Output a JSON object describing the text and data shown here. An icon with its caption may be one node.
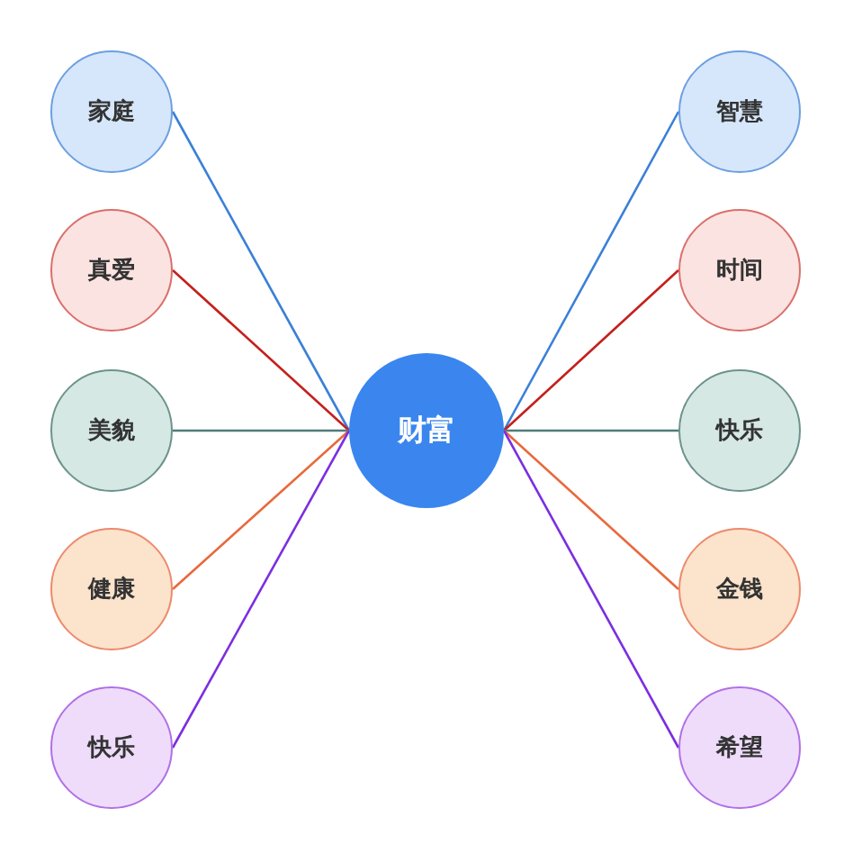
{
  "diagram": {
    "nodes": [
      {
        "text": [
          "财富"
        ]
      },
      {
        "text": [
          "家庭"
        ]
      },
      {
        "text": [
          "真爱"
        ]
      },
      {
        "text": [
          "美貌"
        ]
      },
      {
        "text": [
          "健康"
        ]
      },
      {
        "text": [
          "快乐"
        ]
      },
      {
        "text": [
          "智慧"
        ]
      },
      {
        "text": [
          "时间"
        ]
      },
      {
        "text": [
          "快乐"
        ]
      },
      {
        "text": [
          "金钱"
        ]
      },
      {
        "text": [
          "希望"
        ]
      }
    ],
    "edges": [
      {
        "from": 0,
        "to": 1,
        "arrow": "none",
        "color": "#3a80d8"
      },
      {
        "from": 0,
        "to": 2,
        "arrow": "none",
        "color": "#c4201c"
      },
      {
        "from": 0,
        "to": 3,
        "arrow": "none",
        "color": "#4f7d7a"
      },
      {
        "from": 0,
        "to": 4,
        "arrow": "none",
        "color": "#e8693c"
      },
      {
        "from": 0,
        "to": 5,
        "arrow": "none",
        "color": "#7b2ee0"
      },
      {
        "from": 0,
        "to": 6,
        "arrow": "none",
        "color": "#3a80d8"
      },
      {
        "from": 0,
        "to": 7,
        "arrow": "none",
        "color": "#c4201c"
      },
      {
        "from": 0,
        "to": 8,
        "arrow": "none",
        "color": "#4f7d7a"
      },
      {
        "from": 0,
        "to": 9,
        "arrow": "none",
        "color": "#e8693c"
      },
      {
        "from": 0,
        "to": 10,
        "arrow": "none",
        "color": "#7b2ee0"
      }
    ]
  }
}
